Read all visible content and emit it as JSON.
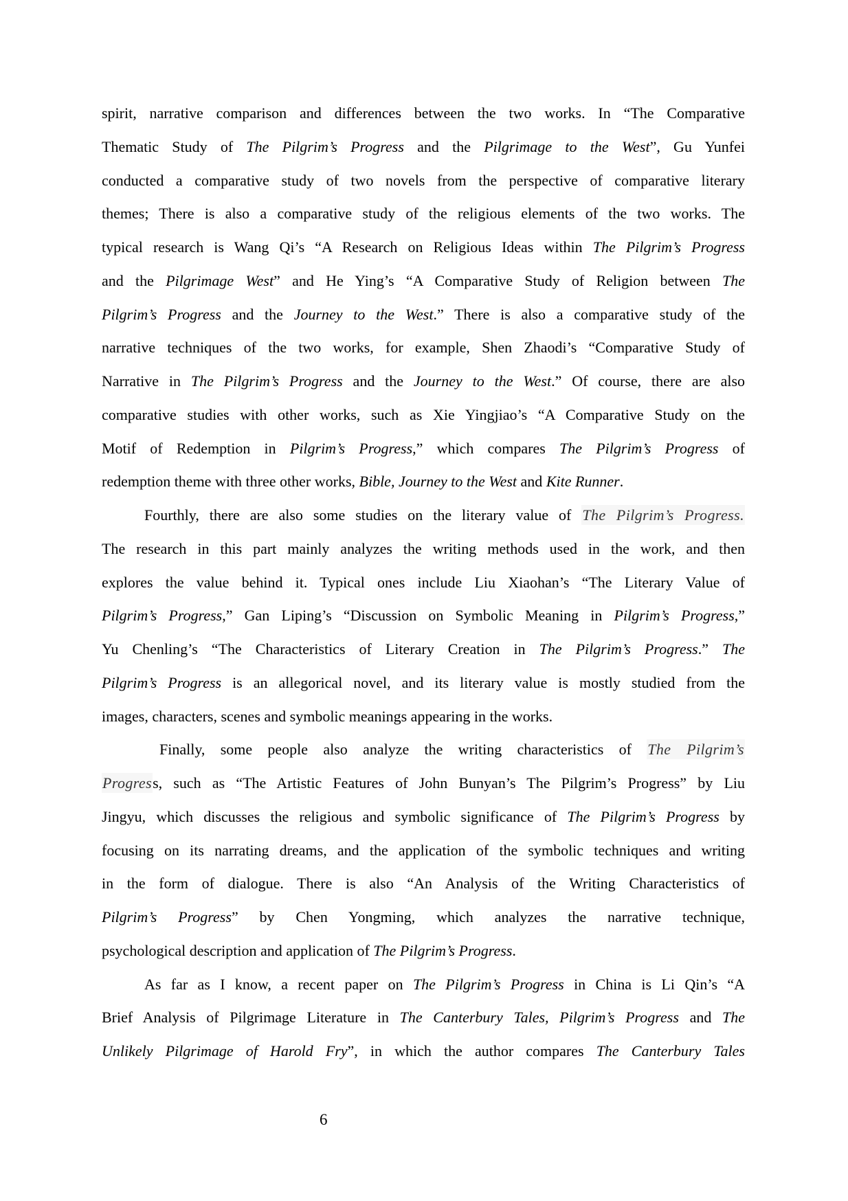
{
  "page": {
    "number": "6",
    "background_color": "#ffffff",
    "text_color": "#000000",
    "highlight_background_color": "#f6f6f6",
    "highlight_text_color": "#333333"
  },
  "document": {
    "paragraphs": [
      {
        "indent": "none",
        "lines": [
          {
            "last": false,
            "segments": [
              {
                "style": "normal",
                "text": "spirit, narrative comparison and differences between the two works. In “The Comparative"
              }
            ]
          },
          {
            "last": false,
            "segments": [
              {
                "style": "normal",
                "text": "Thematic Study of "
              },
              {
                "style": "italic",
                "text": "The Pilgrim’s Progress"
              },
              {
                "style": "normal",
                "text": " and the "
              },
              {
                "style": "italic",
                "text": "Pilgrimage to the West"
              },
              {
                "style": "normal",
                "text": "”, Gu Yunfei"
              }
            ]
          },
          {
            "last": false,
            "segments": [
              {
                "style": "normal",
                "text": "conducted a comparative study of two novels from the perspective of comparative literary"
              }
            ]
          },
          {
            "last": false,
            "segments": [
              {
                "style": "normal",
                "text": "themes; There is also a comparative study of the religious elements of the two works. The"
              }
            ]
          },
          {
            "last": false,
            "segments": [
              {
                "style": "normal",
                "text": "typical research is Wang Qi’s “A Research on Religious Ideas within "
              },
              {
                "style": "italic",
                "text": "The Pilgrim’s Progress"
              }
            ]
          },
          {
            "last": false,
            "segments": [
              {
                "style": "normal",
                "text": "and the "
              },
              {
                "style": "italic",
                "text": "Pilgrimage West"
              },
              {
                "style": "normal",
                "text": "” and He Ying’s “A Comparative Study of Religion between "
              },
              {
                "style": "italic",
                "text": "The"
              }
            ]
          },
          {
            "last": false,
            "segments": [
              {
                "style": "italic",
                "text": "Pilgrim’s Progress"
              },
              {
                "style": "normal",
                "text": " and the "
              },
              {
                "style": "italic",
                "text": "Journey to the West"
              },
              {
                "style": "normal",
                "text": ".” There is also a comparative study of the"
              }
            ]
          },
          {
            "last": false,
            "segments": [
              {
                "style": "normal",
                "text": "narrative techniques of the two works, for example, Shen Zhaodi’s “Comparative Study of"
              }
            ]
          },
          {
            "last": false,
            "segments": [
              {
                "style": "normal",
                "text": "Narrative in "
              },
              {
                "style": "italic",
                "text": "The Pilgrim’s Progress"
              },
              {
                "style": "normal",
                "text": " and the "
              },
              {
                "style": "italic",
                "text": "Journey to the West"
              },
              {
                "style": "normal",
                "text": ".” Of course, there are also"
              }
            ]
          },
          {
            "last": false,
            "segments": [
              {
                "style": "normal",
                "text": "comparative studies with other works, such as Xie Yingjiao’s “A Comparative Study on the"
              }
            ]
          },
          {
            "last": false,
            "segments": [
              {
                "style": "normal",
                "text": "Motif of Redemption in "
              },
              {
                "style": "italic",
                "text": "Pilgrim’s Progress"
              },
              {
                "style": "normal",
                "text": ",” which compares "
              },
              {
                "style": "italic",
                "text": "The Pilgrim’s Progress"
              },
              {
                "style": "normal",
                "text": " of"
              }
            ]
          },
          {
            "last": true,
            "segments": [
              {
                "style": "normal",
                "text": "redemption theme with three other works, "
              },
              {
                "style": "italic",
                "text": "Bible, Journey to the West"
              },
              {
                "style": "normal",
                "text": " and "
              },
              {
                "style": "italic",
                "text": "Kite Runner"
              },
              {
                "style": "normal",
                "text": "."
              }
            ]
          }
        ]
      },
      {
        "indent": "normal",
        "lines": [
          {
            "last": false,
            "segments": [
              {
                "style": "normal",
                "text": "Fourthly, there are also some studies on the literary value of "
              },
              {
                "style": "edited-italic",
                "text": "The Pilgrim’s Progress."
              }
            ]
          },
          {
            "last": false,
            "segments": [
              {
                "style": "normal",
                "text": "The research in this part mainly analyzes the writing methods used in the work, and then"
              }
            ]
          },
          {
            "last": false,
            "segments": [
              {
                "style": "normal",
                "text": "explores the value behind it. Typical ones include Liu Xiaohan’s “The Literary Value of"
              }
            ]
          },
          {
            "last": false,
            "segments": [
              {
                "style": "italic",
                "text": "Pilgrim’s Progress"
              },
              {
                "style": "normal",
                "text": ",” Gan Liping’s “Discussion on Symbolic Meaning in "
              },
              {
                "style": "italic",
                "text": "Pilgrim’s Progress"
              },
              {
                "style": "normal",
                "text": ",”"
              }
            ]
          },
          {
            "last": false,
            "segments": [
              {
                "style": "normal",
                "text": "Yu Chenling’s “The Characteristics of Literary Creation in "
              },
              {
                "style": "italic",
                "text": "The Pilgrim’s Progress"
              },
              {
                "style": "normal",
                "text": ".” "
              },
              {
                "style": "italic",
                "text": "The"
              }
            ]
          },
          {
            "last": false,
            "segments": [
              {
                "style": "italic",
                "text": "Pilgrim’s Progress"
              },
              {
                "style": "normal",
                "text": " is an allegorical novel, and its literary value is mostly studied from the"
              }
            ]
          },
          {
            "last": true,
            "segments": [
              {
                "style": "normal",
                "text": "images, characters, scenes and symbolic meanings appearing in the works."
              }
            ]
          }
        ]
      },
      {
        "indent": "deep",
        "lines": [
          {
            "last": false,
            "segments": [
              {
                "style": "normal",
                "text": "Finally, some people also analyze the writing characteristics of "
              },
              {
                "style": "edited-italic",
                "text": "The Pilgrim’s"
              }
            ]
          },
          {
            "last": false,
            "segments": [
              {
                "style": "edited-italic",
                "text": "Progres"
              },
              {
                "style": "normal",
                "text": "s, such as “The Artistic Features of John Bunyan’s The Pilgrim’s Progress” by Liu"
              }
            ]
          },
          {
            "last": false,
            "segments": [
              {
                "style": "normal",
                "text": "Jingyu, which discusses the religious and symbolic significance of "
              },
              {
                "style": "italic",
                "text": "The Pilgrim’s Progress"
              },
              {
                "style": "normal",
                "text": " by"
              }
            ]
          },
          {
            "last": false,
            "segments": [
              {
                "style": "normal",
                "text": "focusing on its narrating dreams, and the application of the symbolic techniques and writing"
              }
            ]
          },
          {
            "last": false,
            "segments": [
              {
                "style": "normal",
                "text": "in the form of dialogue. There is also “An Analysis of the Writing Characteristics of"
              }
            ]
          },
          {
            "last": false,
            "segments": [
              {
                "style": "italic",
                "text": "Pilgrim’s Progress"
              },
              {
                "style": "normal",
                "text": "” by Chen Yongming, which analyzes the narrative technique,"
              }
            ]
          },
          {
            "last": true,
            "segments": [
              {
                "style": "normal",
                "text": "psychological description and application of "
              },
              {
                "style": "italic",
                "text": "The Pilgrim’s Progress"
              },
              {
                "style": "normal",
                "text": "."
              }
            ]
          }
        ]
      },
      {
        "indent": "normal",
        "lines": [
          {
            "last": false,
            "segments": [
              {
                "style": "normal",
                "text": "As far as I know, a recent paper on "
              },
              {
                "style": "italic",
                "text": "The Pilgrim’s Progress"
              },
              {
                "style": "normal",
                "text": " in China is Li Qin’s “A"
              }
            ]
          },
          {
            "last": false,
            "segments": [
              {
                "style": "normal",
                "text": "Brief Analysis of Pilgrimage Literature in "
              },
              {
                "style": "italic",
                "text": "The Canterbury Tales, Pilgrim’s Progress"
              },
              {
                "style": "normal",
                "text": " and "
              },
              {
                "style": "italic",
                "text": "The"
              }
            ]
          },
          {
            "last": false,
            "segments": [
              {
                "style": "italic",
                "text": "Unlikely Pilgrimage of Harold Fry"
              },
              {
                "style": "normal",
                "text": "”, in which the author compares "
              },
              {
                "style": "italic",
                "text": "The Canterbury Tales"
              }
            ]
          }
        ]
      }
    ]
  }
}
